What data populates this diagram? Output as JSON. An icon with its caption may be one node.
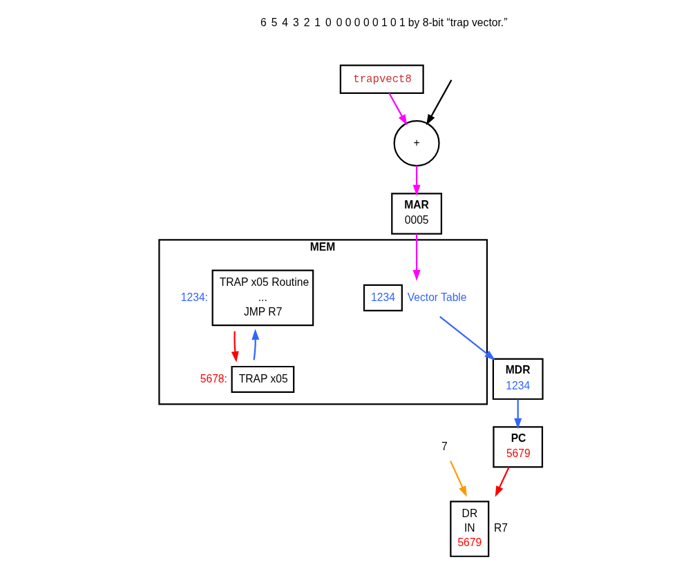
{
  "diagram": {
    "nodes": [
      {
        "text": [
          "+"
        ]
      },
      {
        "text": [
          "trapvect8"
        ]
      },
      {
        "text": [
          "MAR",
          "0005"
        ]
      },
      {
        "text": [
          "MDR",
          "1234"
        ]
      },
      {
        "text": [
          "PC",
          "5679"
        ]
      },
      {
        "text": [
          "DR",
          "IN",
          "5679"
        ],
        "beside": [
          "R7"
        ]
      },
      {
        "text": [
          "7"
        ]
      },
      {
        "text": [
          "MEM"
        ]
      },
      {
        "text": [
          "1234"
        ],
        "in": 7,
        "beside": [
          "Vector Table"
        ]
      },
      {
        "text": [
          "TRAP x05 Routine",
          "...",
          "JMP R7"
        ],
        "in": 7,
        "beside": [
          "1234:"
        ]
      },
      {
        "text": [
          "TRAP x05"
        ],
        "in": 7,
        "beside": [
          "5678:"
        ]
      }
    ],
    "edges": [
      {
        "from": null,
        "to": 0,
        "arrow": "to",
        "color": "#000000"
      },
      {
        "from": 1,
        "to": 0,
        "arrow": "to",
        "color": "#ff00ff"
      },
      {
        "from": 0,
        "to": 2,
        "arrow": "to",
        "color": "#ff00ff"
      },
      {
        "from": 2,
        "to": 8,
        "arrow": "to",
        "color": "#ff00ff"
      },
      {
        "from": 8,
        "to": 3,
        "arrow": "to",
        "color": "#3366ff"
      },
      {
        "from": 3,
        "to": 4,
        "arrow": "to",
        "color": "#3366ff"
      },
      {
        "from": 4,
        "to": 5,
        "arrow": "to",
        "color": "#ff0000"
      },
      {
        "from": 6,
        "to": 5,
        "arrow": "to",
        "color": "#ff9900"
      },
      {
        "from": 10,
        "to": 9,
        "arrow": "to",
        "color": "#3366ff"
      },
      {
        "from": 9,
        "to": 10,
        "arrow": "to",
        "color": "#ff0000"
      }
    ],
    "labels": [
      "6",
      "5",
      "4",
      "3",
      "2",
      "1",
      "0",
      "0 0 0 0 0 1 0 1",
      "by 8-bit “trap vector.”"
    ]
  }
}
